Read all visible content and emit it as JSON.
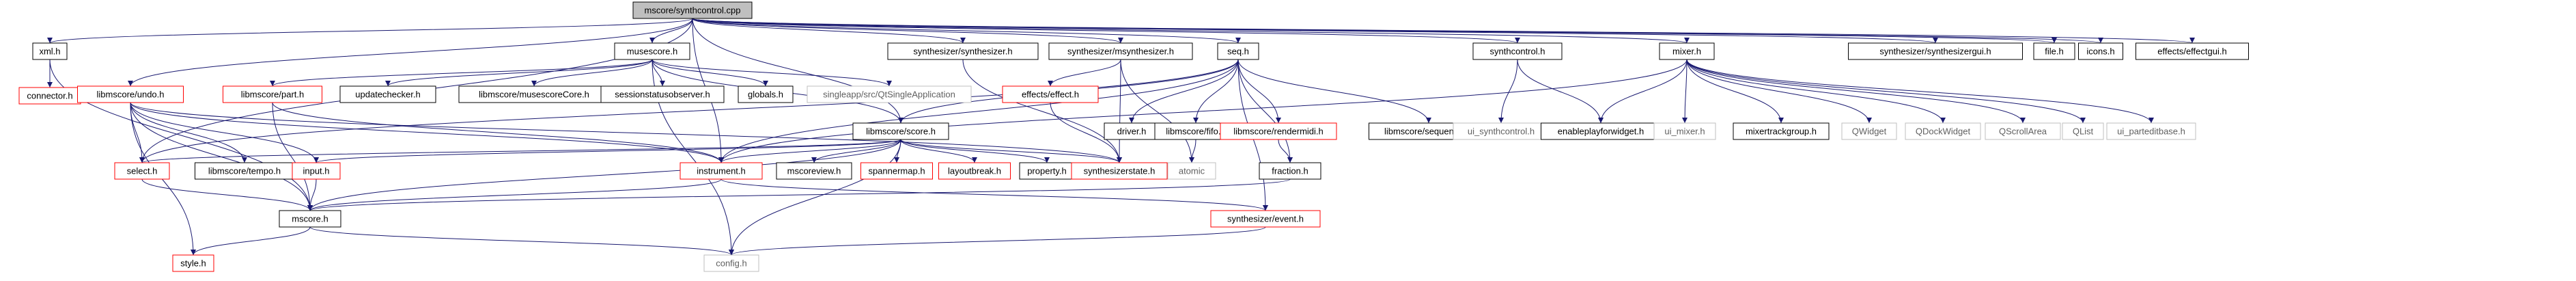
{
  "diagram": {
    "title": "mscore/synthcontrol.cpp",
    "colors": {
      "root_fill": "#bfbfbf",
      "node_border": "#000000",
      "missing_border": "#ff0000",
      "gray_border": "#bfbfbf",
      "edge": "#191970",
      "text": "#000000",
      "gray_text": "#606060"
    },
    "nodes": [
      {
        "id": "root",
        "label": "mscore/synthcontrol.cpp",
        "style": "root"
      },
      {
        "id": "xml",
        "label": "xml.h",
        "style": "normal"
      },
      {
        "id": "connector",
        "label": "connector.h",
        "style": "missing"
      },
      {
        "id": "musescore",
        "label": "musescore.h",
        "style": "normal"
      },
      {
        "id": "libundo",
        "label": "libmscore/undo.h",
        "style": "missing"
      },
      {
        "id": "libpart",
        "label": "libmscore/part.h",
        "style": "missing"
      },
      {
        "id": "updatechecker",
        "label": "updatechecker.h",
        "style": "normal"
      },
      {
        "id": "museCore",
        "label": "libmscore/musescoreCore.h",
        "style": "normal"
      },
      {
        "id": "sessionstatus",
        "label": "sessionstatusobserver.h",
        "style": "normal"
      },
      {
        "id": "globals",
        "label": "globals.h",
        "style": "normal"
      },
      {
        "id": "qtsingle",
        "label": "singleapp/src/QtSingleApplication",
        "style": "gray"
      },
      {
        "id": "synthesizer",
        "label": "synthesizer/synthesizer.h",
        "style": "normal"
      },
      {
        "id": "msynth",
        "label": "synthesizer/msynthesizer.h",
        "style": "normal"
      },
      {
        "id": "effect",
        "label": "effects/effect.h",
        "style": "missing"
      },
      {
        "id": "seq",
        "label": "seq.h",
        "style": "normal"
      },
      {
        "id": "libscore",
        "label": "libmscore/score.h",
        "style": "normal"
      },
      {
        "id": "driver",
        "label": "driver.h",
        "style": "normal"
      },
      {
        "id": "fifo",
        "label": "libmscore/fifo.h",
        "style": "normal"
      },
      {
        "id": "rendermidi",
        "label": "libmscore/rendermidi.h",
        "style": "missing"
      },
      {
        "id": "sequencer",
        "label": "libmscore/sequencer.h",
        "style": "normal"
      },
      {
        "id": "synthcontrol",
        "label": "synthcontrol.h",
        "style": "normal"
      },
      {
        "id": "uisynth",
        "label": "ui_synthcontrol.h",
        "style": "gray"
      },
      {
        "id": "enableplay",
        "label": "enableplayforwidget.h",
        "style": "normal"
      },
      {
        "id": "mixer",
        "label": "mixer.h",
        "style": "normal"
      },
      {
        "id": "uimixer",
        "label": "ui_mixer.h",
        "style": "gray"
      },
      {
        "id": "mixertrack",
        "label": "mixertrackgroup.h",
        "style": "normal"
      },
      {
        "id": "qwidget",
        "label": "QWidget",
        "style": "gray"
      },
      {
        "id": "qdock",
        "label": "QDockWidget",
        "style": "gray"
      },
      {
        "id": "qscroll",
        "label": "QScrollArea",
        "style": "gray"
      },
      {
        "id": "qlist",
        "label": "QList",
        "style": "gray"
      },
      {
        "id": "uipartedit",
        "label": "ui_parteditbase.h",
        "style": "gray"
      },
      {
        "id": "synthgui",
        "label": "synthesizer/synthesizergui.h",
        "style": "normal"
      },
      {
        "id": "file",
        "label": "file.h",
        "style": "normal"
      },
      {
        "id": "icons",
        "label": "icons.h",
        "style": "normal"
      },
      {
        "id": "effectgui",
        "label": "effects/effectgui.h",
        "style": "normal"
      },
      {
        "id": "select",
        "label": "select.h",
        "style": "missing"
      },
      {
        "id": "tempo",
        "label": "libmscore/tempo.h",
        "style": "normal"
      },
      {
        "id": "input",
        "label": "input.h",
        "style": "missing"
      },
      {
        "id": "instrument",
        "label": "instrument.h",
        "style": "missing"
      },
      {
        "id": "mscoreview",
        "label": "mscoreview.h",
        "style": "normal"
      },
      {
        "id": "spannermap",
        "label": "spannermap.h",
        "style": "missing"
      },
      {
        "id": "layoutbreak",
        "label": "layoutbreak.h",
        "style": "missing"
      },
      {
        "id": "property",
        "label": "property.h",
        "style": "normal"
      },
      {
        "id": "synthstate",
        "label": "synthesizerstate.h",
        "style": "missing"
      },
      {
        "id": "atomic",
        "label": "atomic",
        "style": "gray"
      },
      {
        "id": "fraction",
        "label": "fraction.h",
        "style": "normal"
      },
      {
        "id": "mscore",
        "label": "mscore.h",
        "style": "normal"
      },
      {
        "id": "event",
        "label": "synthesizer/event.h",
        "style": "missing"
      },
      {
        "id": "style",
        "label": "style.h",
        "style": "missing"
      },
      {
        "id": "config",
        "label": "config.h",
        "style": "gray"
      }
    ],
    "edges": [
      [
        "root",
        "xml"
      ],
      [
        "root",
        "musescore"
      ],
      [
        "root",
        "libundo"
      ],
      [
        "root",
        "libscore"
      ],
      [
        "root",
        "synthesizer"
      ],
      [
        "root",
        "msynth"
      ],
      [
        "root",
        "seq"
      ],
      [
        "root",
        "synthcontrol"
      ],
      [
        "root",
        "mixer"
      ],
      [
        "root",
        "synthgui"
      ],
      [
        "root",
        "file"
      ],
      [
        "root",
        "icons"
      ],
      [
        "root",
        "effectgui"
      ],
      [
        "root",
        "select"
      ],
      [
        "root",
        "instrument"
      ],
      [
        "xml",
        "connector"
      ],
      [
        "xml",
        "mscore"
      ],
      [
        "musescore",
        "libpart"
      ],
      [
        "musescore",
        "updatechecker"
      ],
      [
        "musescore",
        "museCore"
      ],
      [
        "musescore",
        "sessionstatus"
      ],
      [
        "musescore",
        "globals"
      ],
      [
        "musescore",
        "qtsingle"
      ],
      [
        "musescore",
        "libscore"
      ],
      [
        "musescore",
        "config"
      ],
      [
        "libundo",
        "select"
      ],
      [
        "libundo",
        "tempo"
      ],
      [
        "libundo",
        "input"
      ],
      [
        "libundo",
        "instrument"
      ],
      [
        "libundo",
        "mscore"
      ],
      [
        "libundo",
        "style"
      ],
      [
        "libundo",
        "synthstate"
      ],
      [
        "libpart",
        "instrument"
      ],
      [
        "libpart",
        "mscore"
      ],
      [
        "synthesizer",
        "synthstate"
      ],
      [
        "msynth",
        "synthstate"
      ],
      [
        "msynth",
        "effect"
      ],
      [
        "msynth",
        "atomic"
      ],
      [
        "effect",
        "synthstate"
      ],
      [
        "seq",
        "driver"
      ],
      [
        "seq",
        "fifo"
      ],
      [
        "seq",
        "rendermidi"
      ],
      [
        "seq",
        "sequencer"
      ],
      [
        "seq",
        "fraction"
      ],
      [
        "seq",
        "event"
      ],
      [
        "seq",
        "libscore"
      ],
      [
        "seq",
        "instrument"
      ],
      [
        "seq",
        "select"
      ],
      [
        "fifo",
        "atomic"
      ],
      [
        "rendermidi",
        "fraction"
      ],
      [
        "libscore",
        "select"
      ],
      [
        "libscore",
        "input"
      ],
      [
        "libscore",
        "instrument"
      ],
      [
        "libscore",
        "mscoreview"
      ],
      [
        "libscore",
        "spannermap"
      ],
      [
        "libscore",
        "layoutbreak"
      ],
      [
        "libscore",
        "property"
      ],
      [
        "libscore",
        "synthstate"
      ],
      [
        "libscore",
        "mscore"
      ],
      [
        "libscore",
        "config"
      ],
      [
        "synthcontrol",
        "uisynth"
      ],
      [
        "synthcontrol",
        "enableplay"
      ],
      [
        "mixer",
        "enableplay"
      ],
      [
        "mixer",
        "uimixer"
      ],
      [
        "mixer",
        "mixertrack"
      ],
      [
        "mixer",
        "qwidget"
      ],
      [
        "mixer",
        "qdock"
      ],
      [
        "mixer",
        "qscroll"
      ],
      [
        "mixer",
        "qlist"
      ],
      [
        "mixer",
        "uipartedit"
      ],
      [
        "mixer",
        "instrument"
      ],
      [
        "select",
        "mscore"
      ],
      [
        "input",
        "mscore"
      ],
      [
        "instrument",
        "mscore"
      ],
      [
        "instrument",
        "event"
      ],
      [
        "fraction",
        "mscore"
      ],
      [
        "mscore",
        "style"
      ],
      [
        "mscore",
        "config"
      ],
      [
        "event",
        "config"
      ]
    ]
  }
}
